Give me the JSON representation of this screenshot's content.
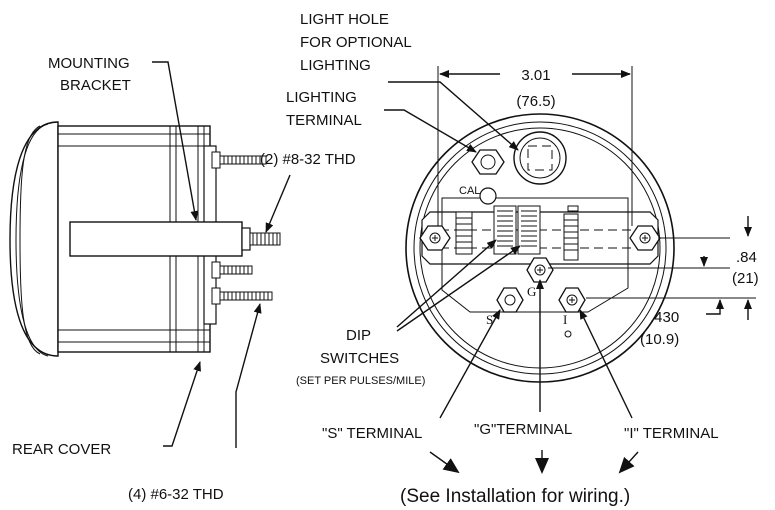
{
  "labels": {
    "mounting_bracket": [
      "MOUNTING",
      "BRACKET"
    ],
    "light_hole": [
      "LIGHT HOLE",
      "FOR OPTIONAL",
      "LIGHTING"
    ],
    "lighting_terminal": [
      "LIGHTING",
      "TERMINAL"
    ],
    "thd_2": "(2) #8-32 THD",
    "thd_4": "(4) #6-32 THD",
    "rear_cover": "REAR COVER",
    "dip_switches": [
      "DIP",
      "SWITCHES"
    ],
    "dip_note": "(SET PER PULSES/MILE)",
    "s_terminal": "\"S\" TERMINAL",
    "g_terminal": "\"G\"TERMINAL",
    "i_terminal": "\"I\" TERMINAL",
    "install_note": "(See Installation for wiring.)",
    "cal": "CAL",
    "s_mark": "S",
    "g_mark": "G",
    "i_mark": "I"
  },
  "dimensions": {
    "width_in": "3.01",
    "width_mm": "(76.5)",
    "offset1_in": ".84",
    "offset1_mm": "(21)",
    "offset2_in": ".430",
    "offset2_mm": "(10.9)"
  }
}
